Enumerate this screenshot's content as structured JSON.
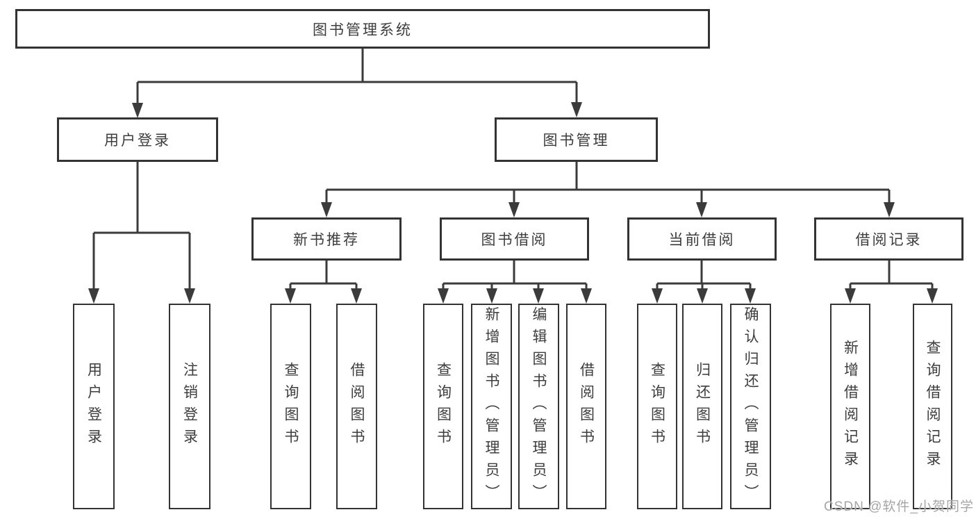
{
  "tree": {
    "root": {
      "label": "图书管理系统"
    },
    "user_login": {
      "label": "用户登录",
      "children": [
        {
          "label": "用户登录"
        },
        {
          "label": "注销登录"
        }
      ]
    },
    "book_mgmt": {
      "label": "图书管理",
      "new_book": {
        "label": "新书推荐",
        "children": [
          {
            "label": "查询图书"
          },
          {
            "label": "借阅图书"
          }
        ]
      },
      "borrow": {
        "label": "图书借阅",
        "children": [
          {
            "label": "查询图书"
          },
          {
            "label": "新增图书（管理员）"
          },
          {
            "label": "编辑图书（管理员）"
          },
          {
            "label": "借阅图书"
          }
        ]
      },
      "current": {
        "label": "当前借阅",
        "children": [
          {
            "label": "查询图书"
          },
          {
            "label": "归还图书"
          },
          {
            "label": "确认归还（管理员）"
          }
        ]
      },
      "records": {
        "label": "借阅记录",
        "children": [
          {
            "label": "新增借阅记录"
          },
          {
            "label": "查询借阅记录"
          }
        ]
      }
    }
  },
  "watermark": {
    "text": "CSDN @软件_小贺同学"
  },
  "colors": {
    "line": "#3b3b3b",
    "border": "#333333",
    "fill": "#ffffff",
    "text": "#3d3d3d",
    "watermark": "#a6a6a6"
  }
}
